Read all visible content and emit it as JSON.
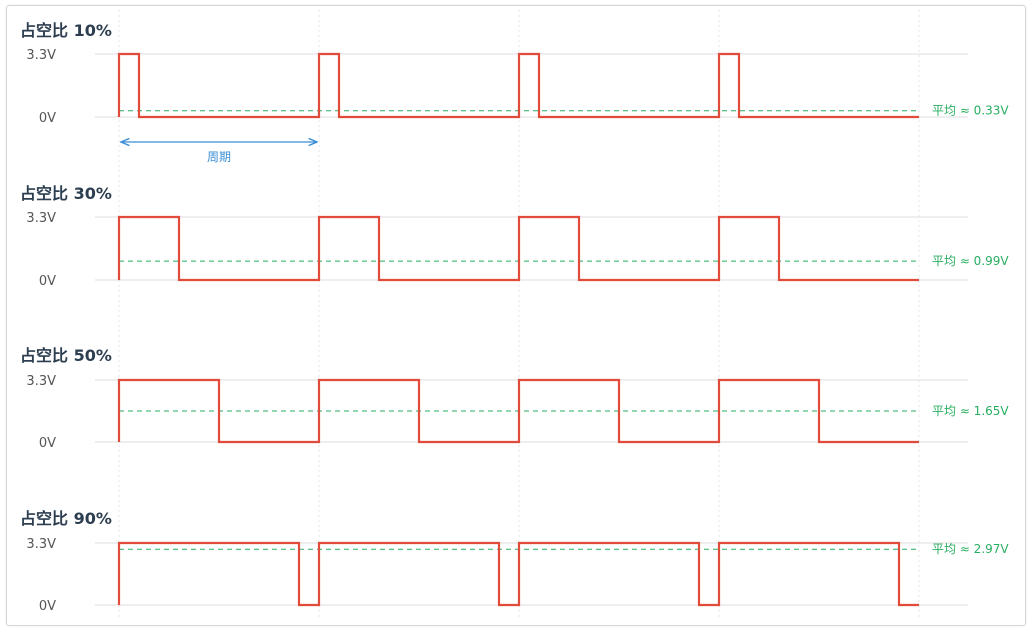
{
  "panels": [
    {
      "title": "占空比 10%",
      "duty": 0.1,
      "high_label": "3.3V",
      "low_label": "0V",
      "average_label": "平均 ≈ 0.33V"
    },
    {
      "title": "占空比 30%",
      "duty": 0.3,
      "high_label": "3.3V",
      "low_label": "0V",
      "average_label": "平均 ≈ 0.99V"
    },
    {
      "title": "占空比 50%",
      "duty": 0.5,
      "high_label": "3.3V",
      "low_label": "0V",
      "average_label": "平均 ≈ 1.65V"
    },
    {
      "title": "占空比 90%",
      "duty": 0.9,
      "high_label": "3.3V",
      "low_label": "0V",
      "average_label": "平均 ≈ 2.97V"
    }
  ],
  "period_label": "周期",
  "periods_shown": 4,
  "colors": {
    "signal": "#e04b3a",
    "average": "#27ae60",
    "period_arrow": "#3b8fd6",
    "rail": "#dddddd",
    "grid": "#e6e6e6"
  }
}
